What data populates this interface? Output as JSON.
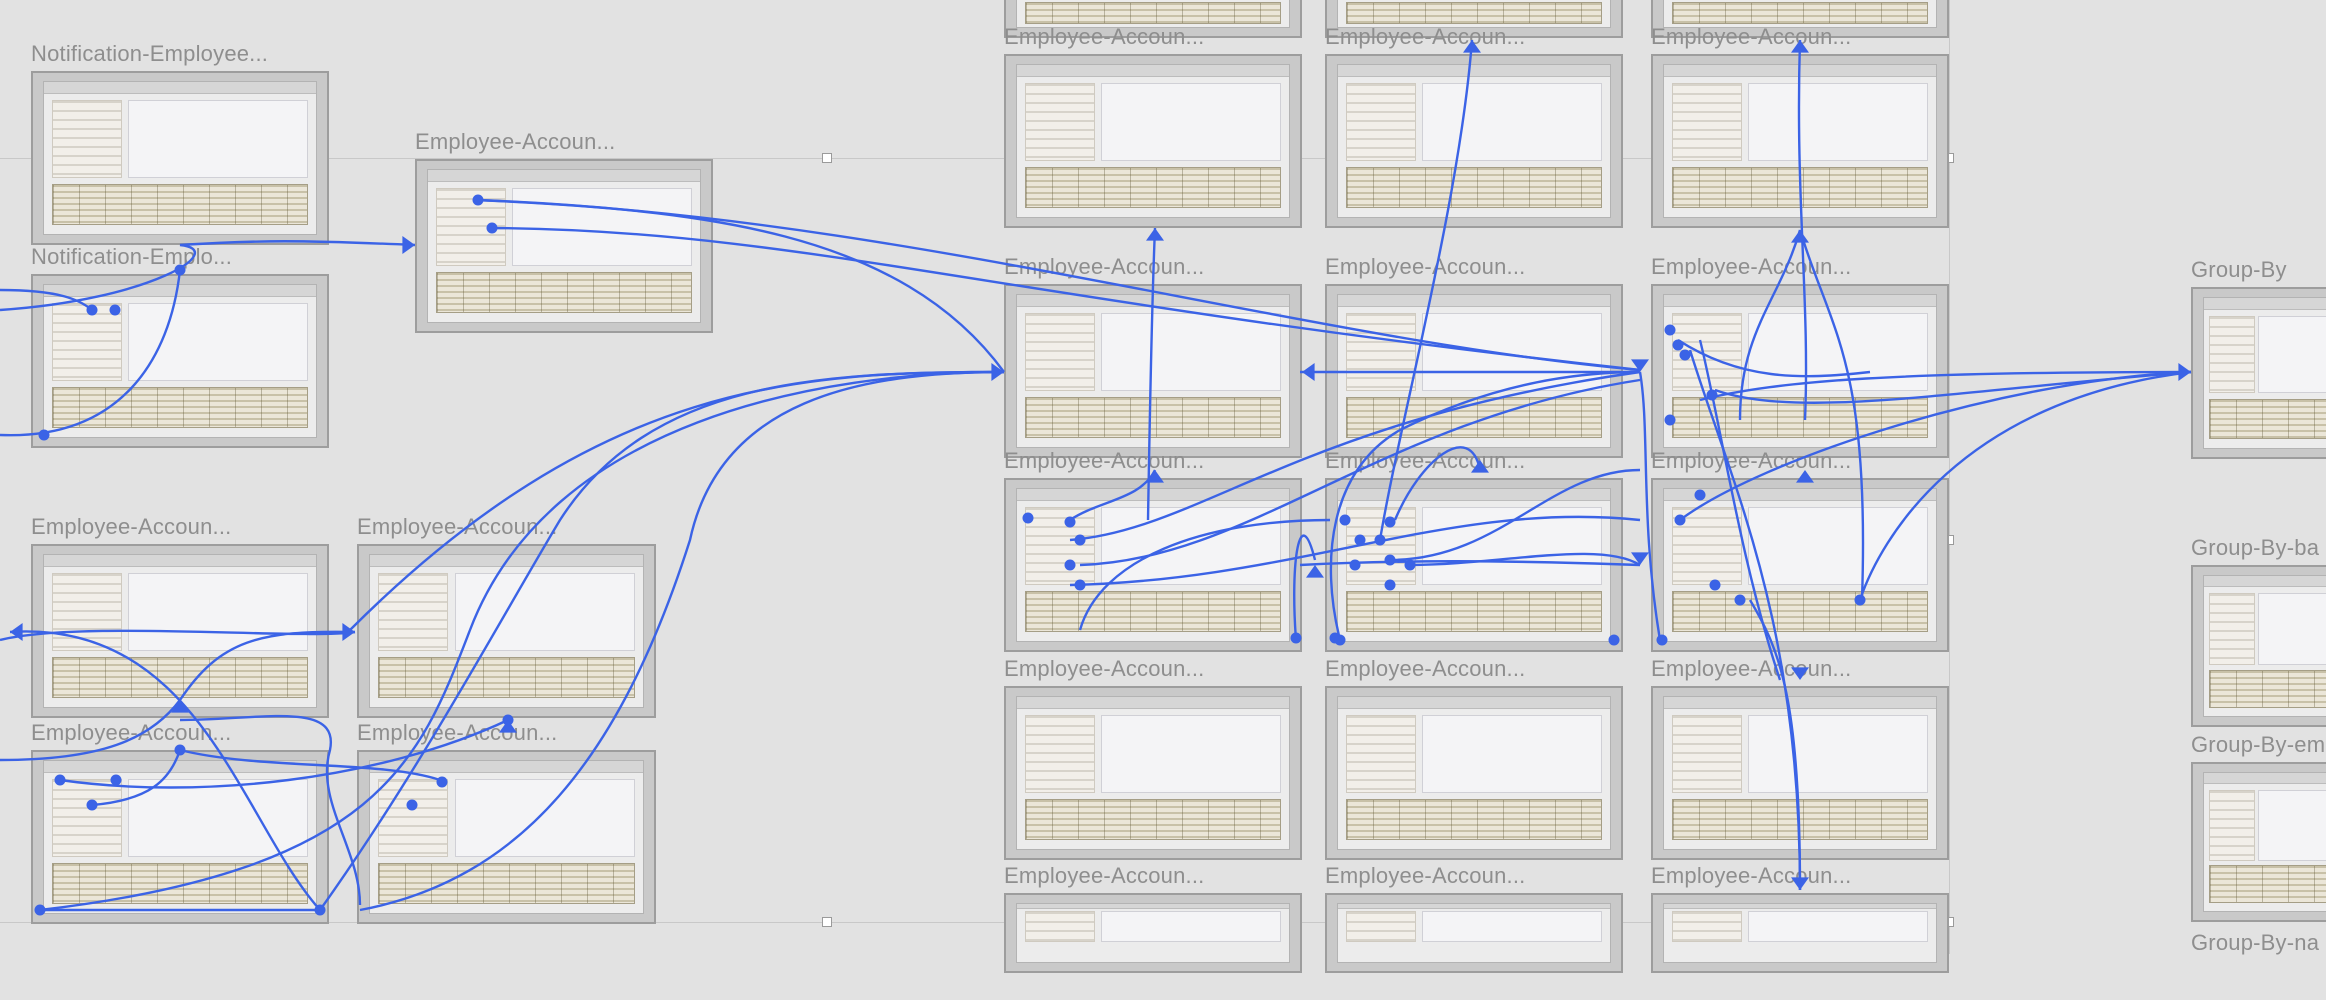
{
  "canvas": {
    "background": "#e2e2e2",
    "edge_color": "#3b63e6"
  },
  "frames": [
    {
      "id": "f1",
      "label": "Notification-Employee..."
    },
    {
      "id": "f2",
      "label": "Notification-Emplo..."
    },
    {
      "id": "f3",
      "label": "Employee-Accoun..."
    },
    {
      "id": "f4",
      "label": "Employee-Accoun..."
    },
    {
      "id": "f5",
      "label": "Employee-Accoun..."
    },
    {
      "id": "f6",
      "label": "Employee-Accoun..."
    },
    {
      "id": "f7",
      "label": "Employee-Accoun..."
    },
    {
      "id": "c1t",
      "label": ""
    },
    {
      "id": "c2t",
      "label": ""
    },
    {
      "id": "c3t",
      "label": ""
    },
    {
      "id": "c1r1",
      "label": "Employee-Accoun..."
    },
    {
      "id": "c2r1",
      "label": "Employee-Accoun..."
    },
    {
      "id": "c3r1",
      "label": "Employee-Accoun..."
    },
    {
      "id": "c1r2",
      "label": "Employee-Accoun..."
    },
    {
      "id": "c2r2",
      "label": "Employee-Accoun..."
    },
    {
      "id": "c3r2",
      "label": "Employee-Accoun..."
    },
    {
      "id": "c1r3",
      "label": "Employee-Accoun..."
    },
    {
      "id": "c2r3",
      "label": "Employee-Accoun..."
    },
    {
      "id": "c3r3",
      "label": "Employee-Accoun..."
    },
    {
      "id": "c1r4",
      "label": "Employee-Accoun..."
    },
    {
      "id": "c2r4",
      "label": "Employee-Accoun..."
    },
    {
      "id": "c3r4",
      "label": "Employee-Accoun..."
    },
    {
      "id": "c1r5",
      "label": "Employee-Accoun..."
    },
    {
      "id": "c2r5",
      "label": "Employee-Accoun..."
    },
    {
      "id": "c3r5",
      "label": "Employee-Accoun..."
    },
    {
      "id": "g1",
      "label": "Group-By"
    },
    {
      "id": "g2",
      "label": "Group-By-ba"
    },
    {
      "id": "g3",
      "label": "Group-By-em"
    },
    {
      "id": "g4",
      "label": "Group-By-na"
    }
  ]
}
